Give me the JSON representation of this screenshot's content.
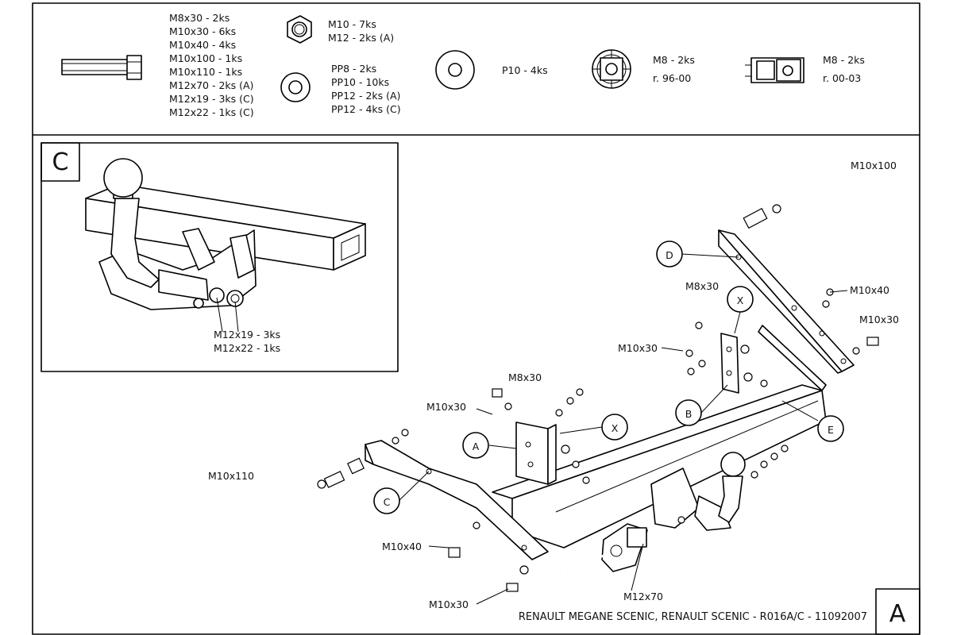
{
  "hardware": {
    "bolts": [
      "M8x30 - 2ks",
      "M10x30 - 6ks",
      "M10x40 - 4ks",
      "M10x100 - 1ks",
      "M10x110 - 1ks",
      "M12x70 - 2ks (A)",
      "M12x19 - 3ks (C)",
      "M12x22 - 1ks (C)"
    ],
    "nuts": [
      "M10 - 7ks",
      "M12 - 2ks (A)"
    ],
    "washers_pp": [
      "PP8 - 2ks",
      "PP10 - 10ks",
      "PP12 - 2ks (A)",
      "PP12 - 4ks (C)"
    ],
    "washer_p10": "P10 - 4ks",
    "cage_nut_1": [
      "M8 - 2ks",
      "r. 96-00"
    ],
    "cage_nut_2": [
      "M8 - 2ks",
      "r. 00-03"
    ]
  },
  "inset": {
    "letter": "C",
    "labels": [
      "M12x19 - 3ks",
      "M12x22 - 1ks"
    ]
  },
  "callouts": {
    "a": "A",
    "b": "B",
    "c": "C",
    "d": "D",
    "e": "E",
    "x1": "X",
    "x2": "X"
  },
  "part_labels": {
    "m10x100": "M10x100",
    "m10x40_right": "M10x40",
    "m10x30_right": "M10x30",
    "m8x30_upper": "M8x30",
    "m10x30_upper": "M10x30",
    "m8x30_mid": "M8x30",
    "m10x30_mid": "M10x30",
    "m10x110": "M10x110",
    "m10x40_lower": "M10x40",
    "m10x30_lower": "M10x30",
    "m12x70": "M12x70"
  },
  "footer": {
    "caption": "RENAULT MEGANE SCENIC, RENAULT SCENIC - R016A/C - 11092007",
    "letter": "A"
  }
}
